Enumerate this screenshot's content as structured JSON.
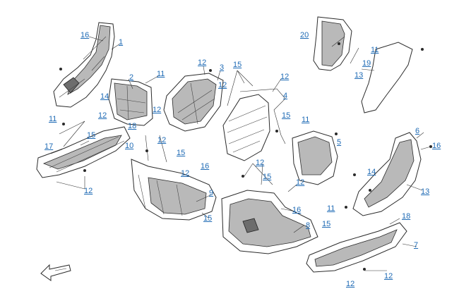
{
  "diagram": {
    "callouts": [
      {
        "id": "c16a",
        "label": "16"
      },
      {
        "id": "c1",
        "label": "1"
      },
      {
        "id": "c2",
        "label": "2"
      },
      {
        "id": "c11a",
        "label": "11"
      },
      {
        "id": "c14a",
        "label": "14"
      },
      {
        "id": "c12a",
        "label": "12"
      },
      {
        "id": "c11b",
        "label": "11"
      },
      {
        "id": "c15a",
        "label": "15"
      },
      {
        "id": "c18a",
        "label": "18"
      },
      {
        "id": "c17",
        "label": "17"
      },
      {
        "id": "c10",
        "label": "10"
      },
      {
        "id": "c12b",
        "label": "12"
      },
      {
        "id": "c12c",
        "label": "12"
      },
      {
        "id": "c12d",
        "label": "12"
      },
      {
        "id": "c3",
        "label": "3"
      },
      {
        "id": "c12e",
        "label": "12"
      },
      {
        "id": "c12f",
        "label": "12"
      },
      {
        "id": "c15b",
        "label": "15"
      },
      {
        "id": "c16b",
        "label": "16"
      },
      {
        "id": "c12g",
        "label": "12"
      },
      {
        "id": "c9",
        "label": "9"
      },
      {
        "id": "c15c",
        "label": "15"
      },
      {
        "id": "c15d",
        "label": "15"
      },
      {
        "id": "c12h",
        "label": "12"
      },
      {
        "id": "c4",
        "label": "4"
      },
      {
        "id": "c15e",
        "label": "15"
      },
      {
        "id": "c11c",
        "label": "11"
      },
      {
        "id": "c5",
        "label": "5"
      },
      {
        "id": "c12i",
        "label": "12"
      },
      {
        "id": "c15f",
        "label": "15"
      },
      {
        "id": "c12j",
        "label": "12"
      },
      {
        "id": "c16c",
        "label": "16"
      },
      {
        "id": "c8",
        "label": "8"
      },
      {
        "id": "c15g",
        "label": "15"
      },
      {
        "id": "c20",
        "label": "20"
      },
      {
        "id": "c11d",
        "label": "11"
      },
      {
        "id": "c19",
        "label": "19"
      },
      {
        "id": "c13a",
        "label": "13"
      },
      {
        "id": "c6",
        "label": "6"
      },
      {
        "id": "c16d",
        "label": "16"
      },
      {
        "id": "c14b",
        "label": "14"
      },
      {
        "id": "c13b",
        "label": "13"
      },
      {
        "id": "c11e",
        "label": "11"
      },
      {
        "id": "c18b",
        "label": "18"
      },
      {
        "id": "c7",
        "label": "7"
      },
      {
        "id": "c12k",
        "label": "12"
      },
      {
        "id": "c12l",
        "label": "12"
      }
    ],
    "colors": {
      "callout": "#1f6bb5",
      "line": "#2b2b2b",
      "shade": "#b9b9b9"
    },
    "icons": {
      "direction": "front-direction-arrow-icon"
    }
  }
}
